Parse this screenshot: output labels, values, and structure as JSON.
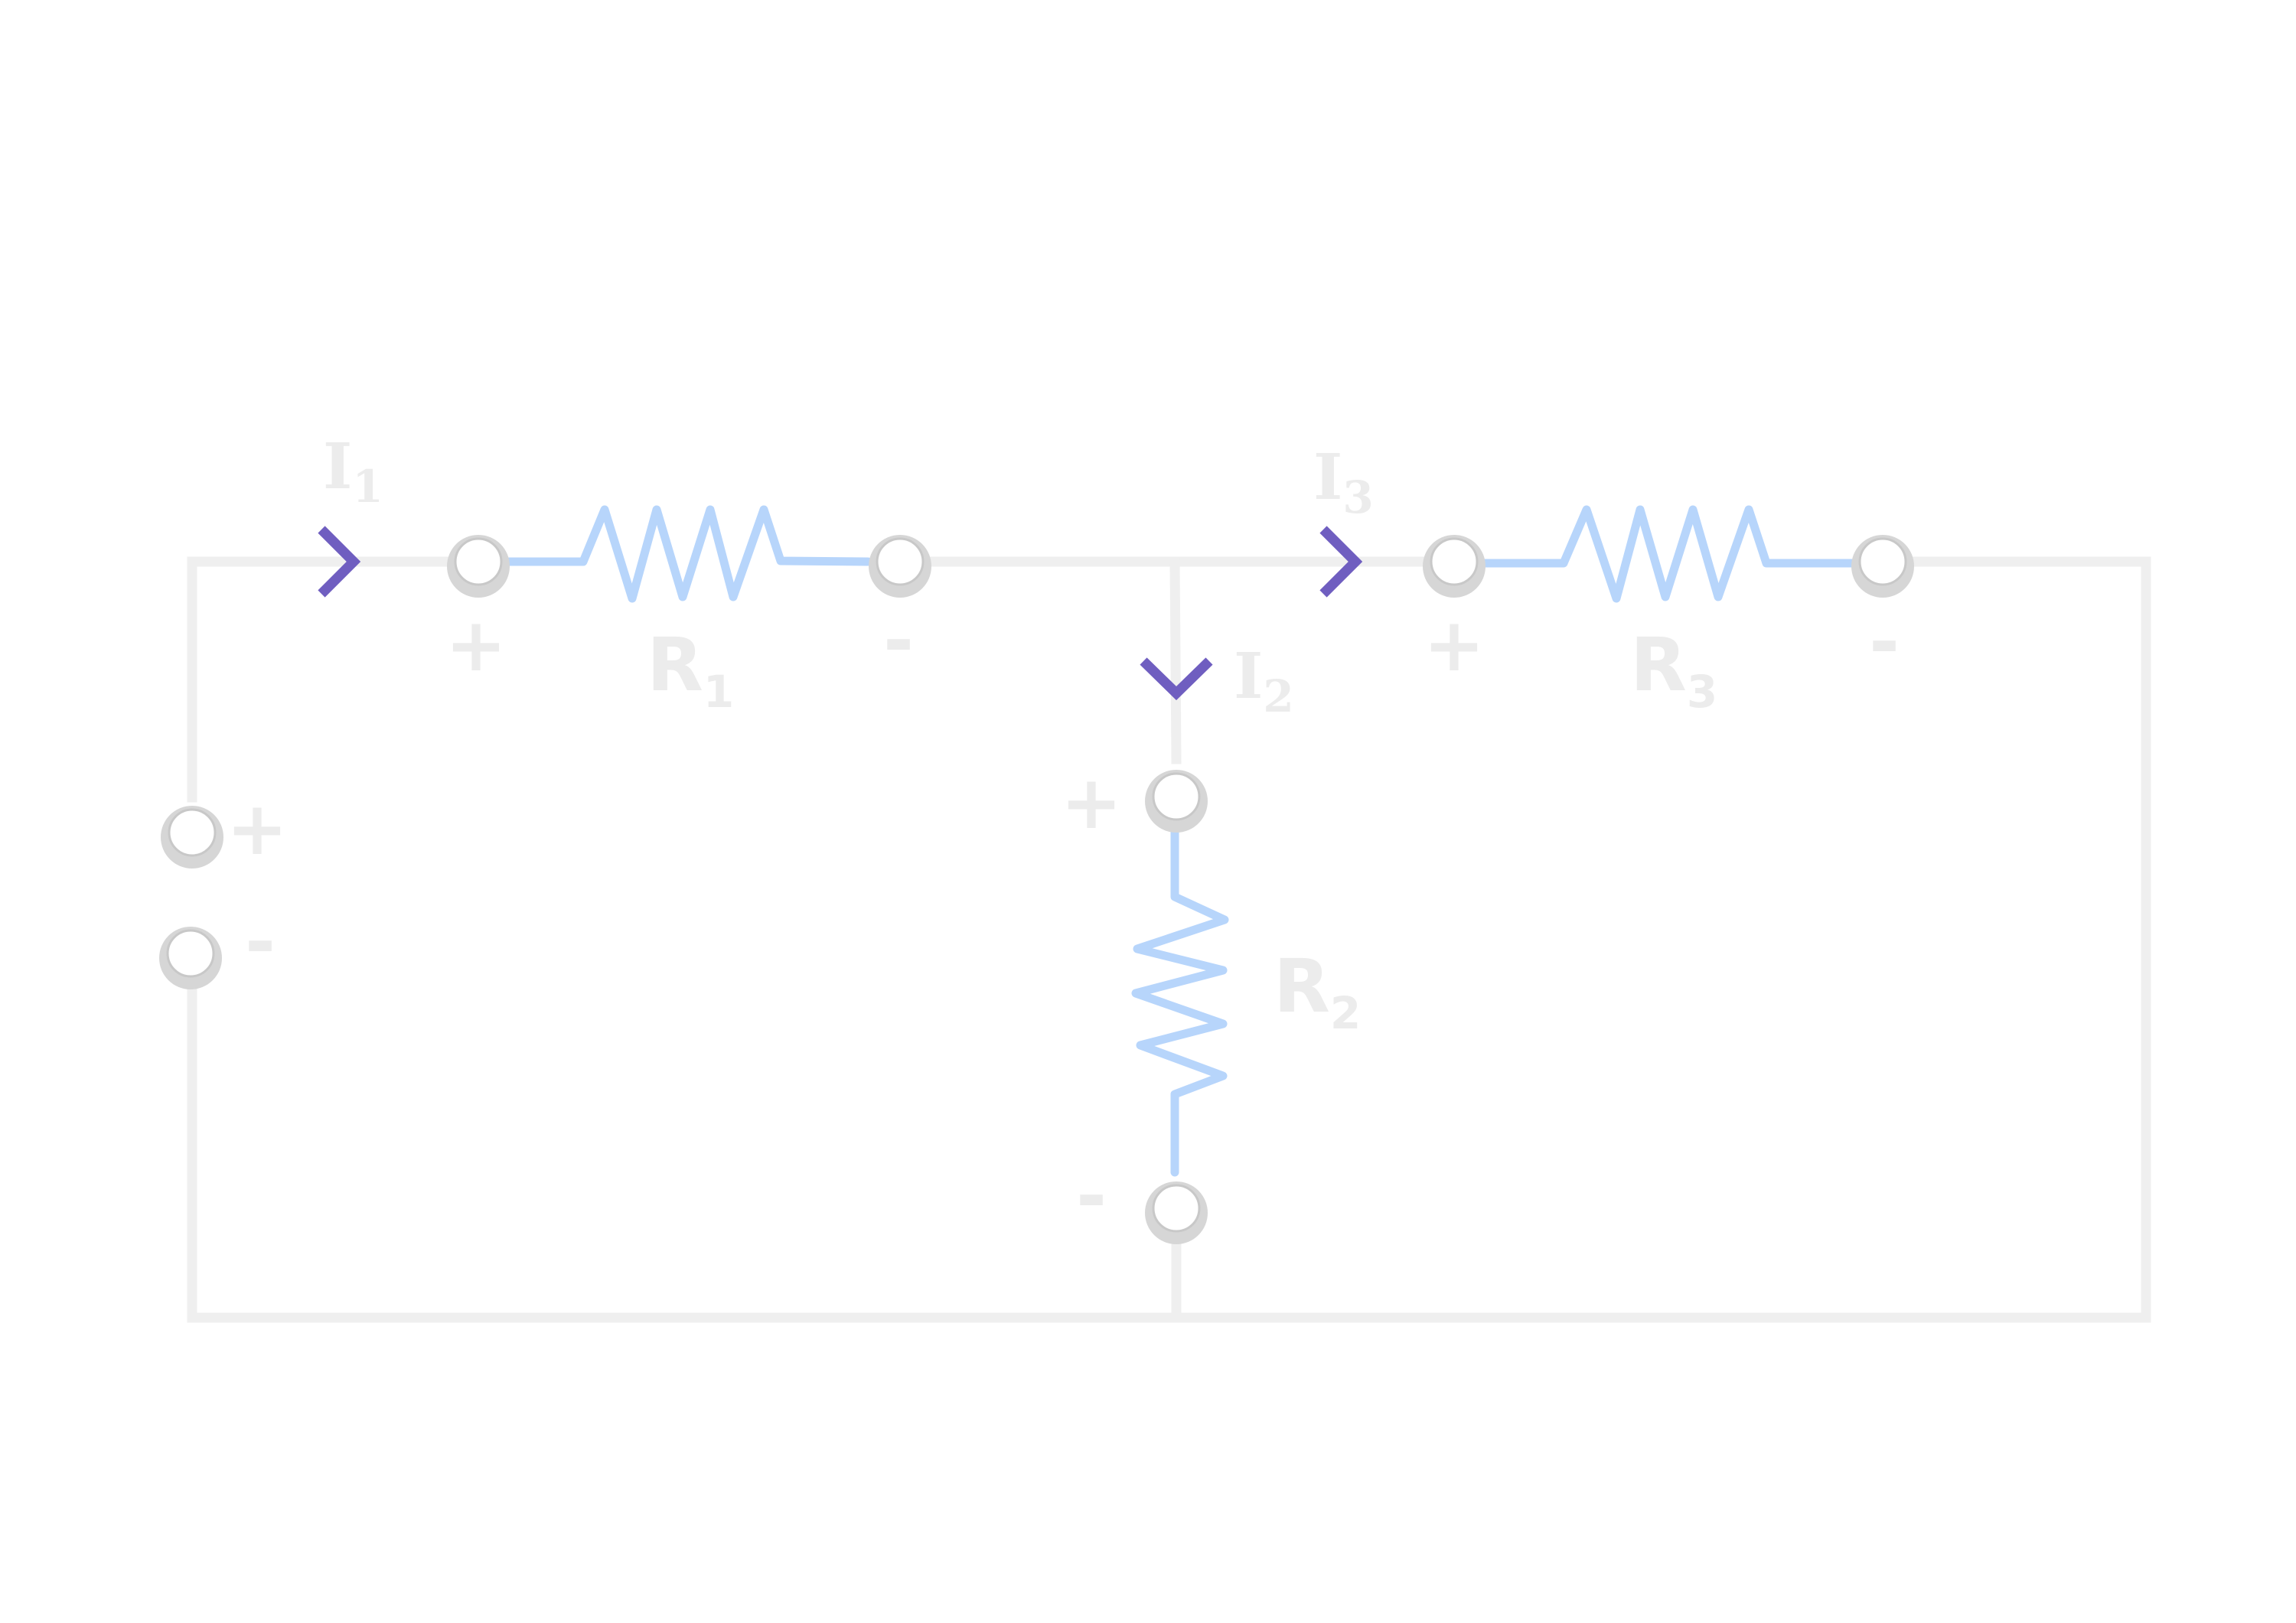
{
  "colors": {
    "wire": "#efefef",
    "resistor": "#b7d5fb",
    "current_arrow": "#6f5ec0",
    "label": "#ececec"
  },
  "resistors": [
    {
      "id": "R1",
      "letter": "R",
      "subscript": "1"
    },
    {
      "id": "R2",
      "letter": "R",
      "subscript": "2"
    },
    {
      "id": "R3",
      "letter": "R",
      "subscript": "3"
    }
  ],
  "currents": [
    {
      "id": "I1",
      "letter": "I",
      "subscript": "1"
    },
    {
      "id": "I2",
      "letter": "I",
      "subscript": "2"
    },
    {
      "id": "I3",
      "letter": "I",
      "subscript": "3"
    }
  ],
  "polarity": {
    "plus": "+",
    "minus": "-"
  },
  "icons": {
    "terminal": "terminal-icon",
    "current_arrow": "current-arrow-icon"
  }
}
